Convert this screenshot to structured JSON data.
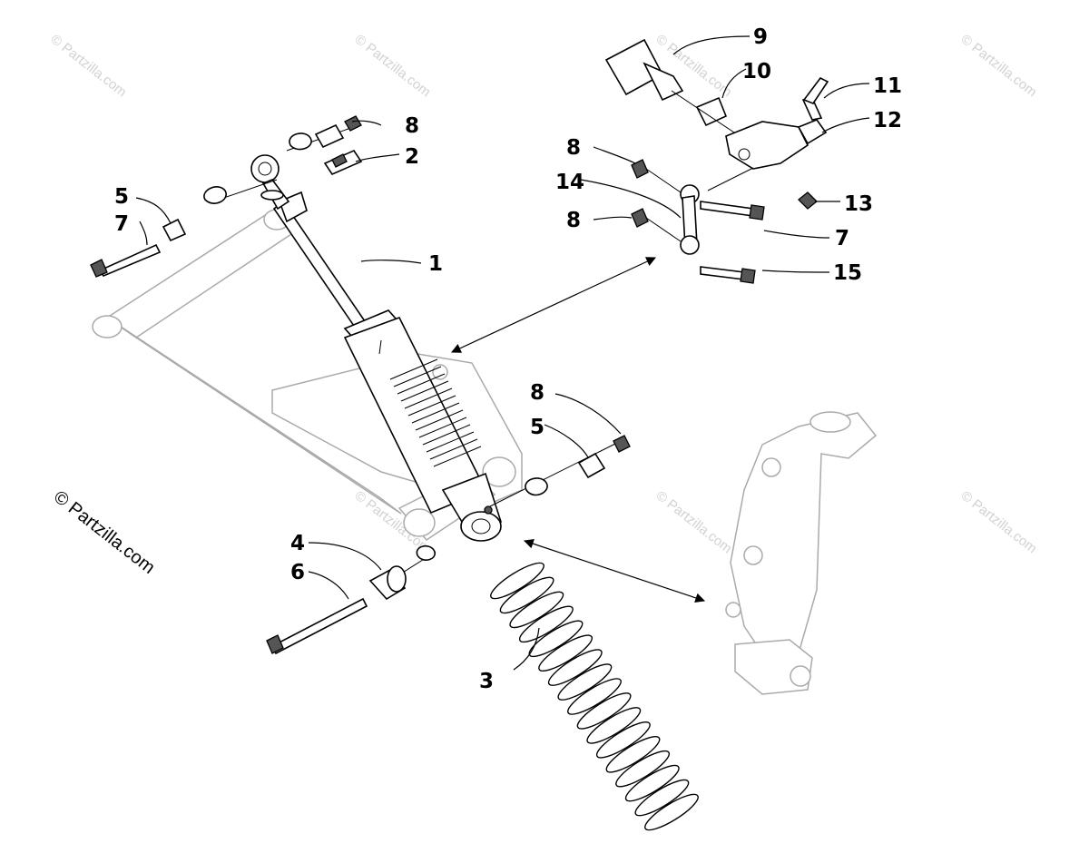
{
  "labels": [
    "1",
    "2",
    "3",
    "4",
    "5",
    "5",
    "6",
    "7",
    "7",
    "8",
    "8",
    "8",
    "8",
    "9",
    "10",
    "11",
    "12",
    "13",
    "14",
    "15"
  ],
  "watermark": "© Partzilla.com",
  "copyright": "© Partzilla.com"
}
